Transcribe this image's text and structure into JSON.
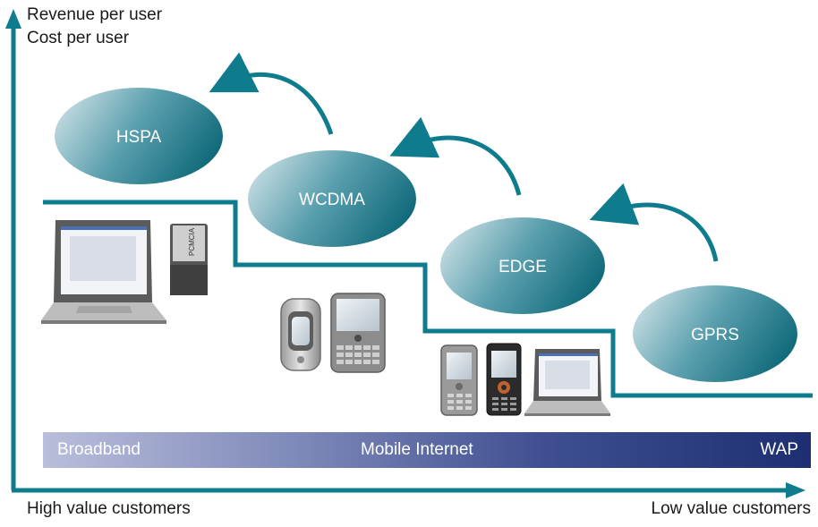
{
  "axes": {
    "y_label_line1": "Revenue per user",
    "y_label_line2": "Cost per user",
    "x_label_left": "High value customers",
    "x_label_right": "Low value customers"
  },
  "technologies": [
    "HSPA",
    "WCDMA",
    "EDGE",
    "GPRS"
  ],
  "band": {
    "left": "Broadband",
    "middle": "Mobile Internet",
    "right": "WAP"
  },
  "device_text": {
    "pcmcia": "PCMCIA"
  },
  "colors": {
    "accent": "#0e7c8c",
    "band_start": "#b9bedb",
    "band_end": "#1d2f72"
  }
}
